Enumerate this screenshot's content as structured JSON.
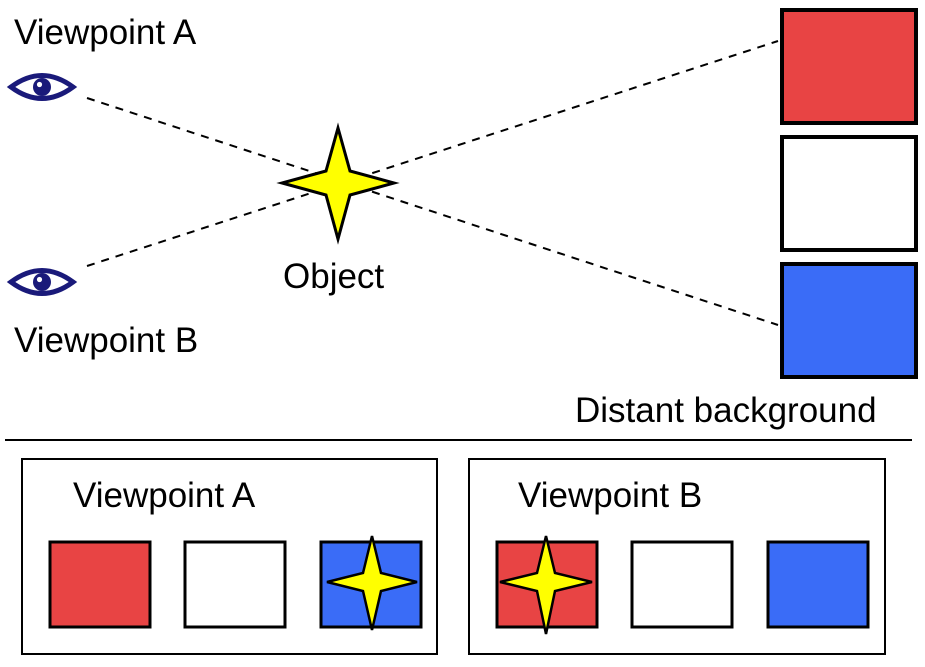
{
  "labels": {
    "viewpoint_a": "Viewpoint A",
    "viewpoint_b": "Viewpoint B",
    "object": "Object",
    "distant_background": "Distant background"
  },
  "panels": {
    "left_title": "Viewpoint A",
    "right_title": "Viewpoint B"
  },
  "colors": {
    "red": "#e84444",
    "white": "#ffffff",
    "blue": "#3a6cf7",
    "star": "#ffff00",
    "eye": "#1a1a7a"
  },
  "icons": {
    "viewpoint": "eye-icon",
    "object": "four-point-star-icon"
  }
}
